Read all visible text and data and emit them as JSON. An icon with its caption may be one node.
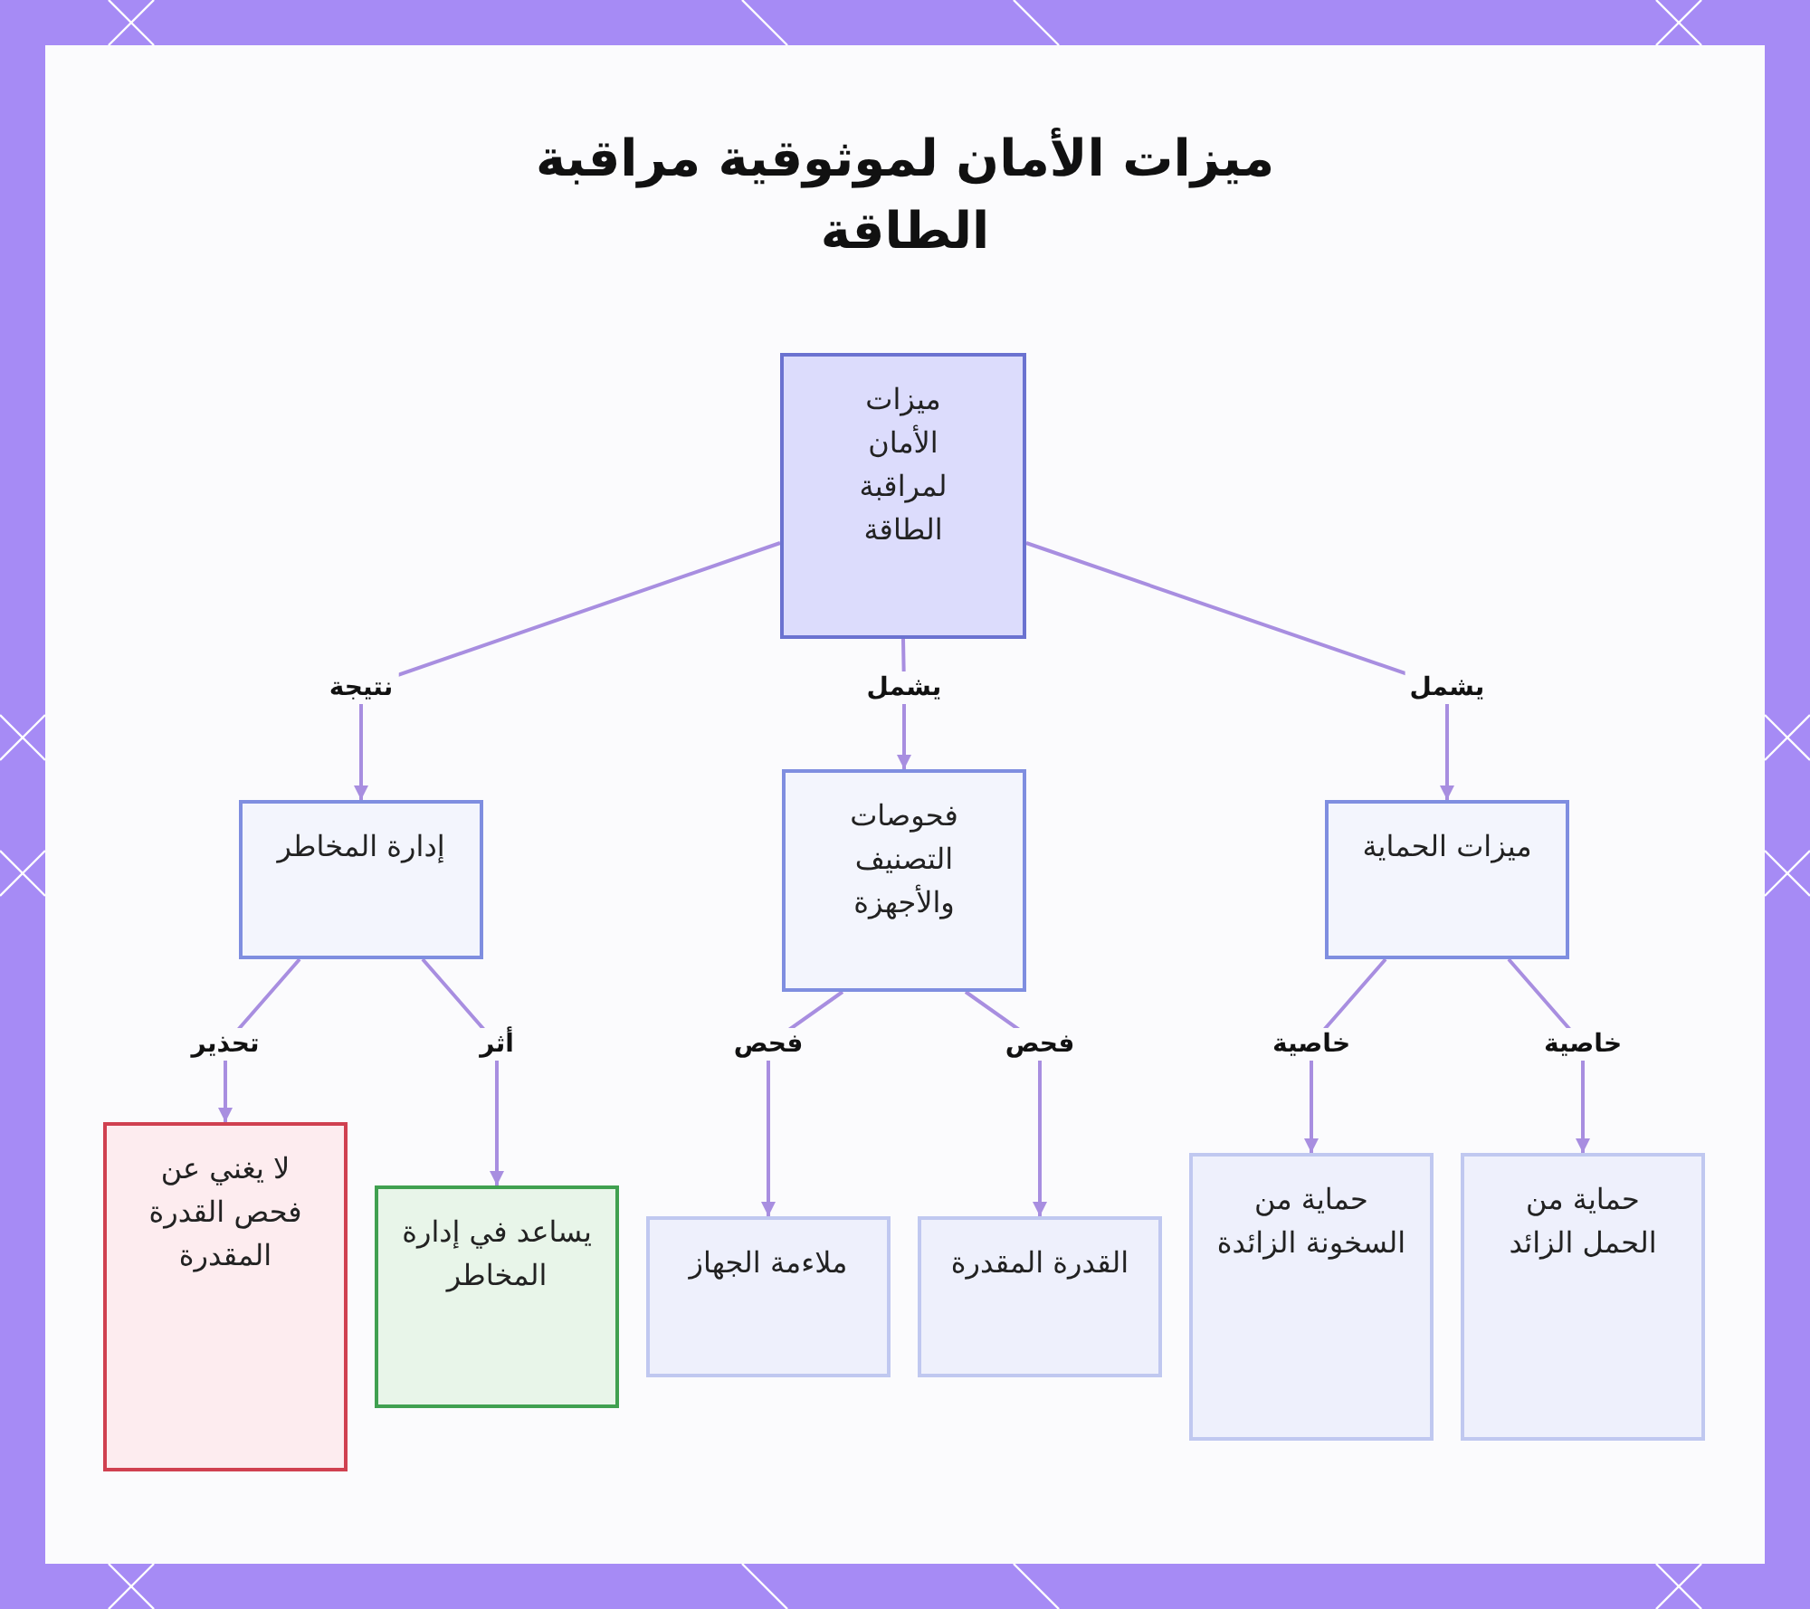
{
  "diagram": {
    "title": "ميزات الأمان لموثوقية مراقبة الطاقة",
    "nodes": [
      {
        "text": [
          "ميزات الأمان لمراقبة الطاقة"
        ]
      },
      {
        "text": [
          "إدارة المخاطر"
        ]
      },
      {
        "text": [
          "فحوصات التصنيف والأجهزة"
        ]
      },
      {
        "text": [
          "ميزات الحماية"
        ]
      },
      {
        "text": [
          "لا يغني عن فحص القدرة المقدرة"
        ]
      },
      {
        "text": [
          "يساعد في إدارة المخاطر"
        ]
      },
      {
        "text": [
          "ملاءمة الجهاز"
        ]
      },
      {
        "text": [
          "القدرة المقدرة"
        ]
      },
      {
        "text": [
          "حماية من السخونة الزائدة"
        ]
      },
      {
        "text": [
          "حماية من الحمل الزائد"
        ]
      }
    ],
    "edges": [
      {
        "from": 0,
        "to": 1,
        "arrow": "to",
        "label": "نتيجة"
      },
      {
        "from": 0,
        "to": 2,
        "arrow": "to",
        "label": "يشمل"
      },
      {
        "from": 0,
        "to": 3,
        "arrow": "to",
        "label": "يشمل"
      },
      {
        "from": 1,
        "to": 4,
        "arrow": "to",
        "label": "تحذير"
      },
      {
        "from": 1,
        "to": 5,
        "arrow": "to",
        "label": "أثر"
      },
      {
        "from": 2,
        "to": 6,
        "arrow": "to",
        "label": "فحص"
      },
      {
        "from": 2,
        "to": 7,
        "arrow": "to",
        "label": "فحص"
      },
      {
        "from": 3,
        "to": 8,
        "arrow": "to",
        "label": "خاصية"
      },
      {
        "from": 3,
        "to": 9,
        "arrow": "to",
        "label": "خاصية"
      }
    ]
  }
}
